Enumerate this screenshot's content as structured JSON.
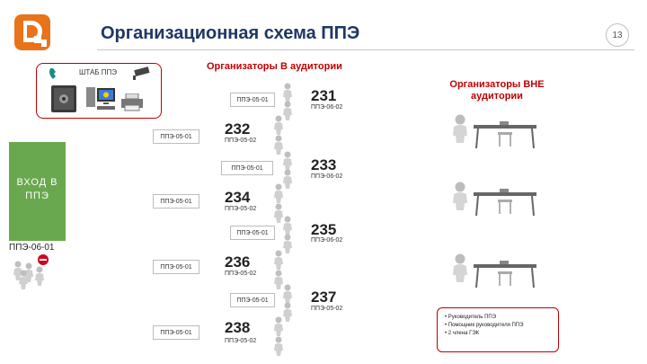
{
  "header": {
    "title": "Организационная схема ППЭ",
    "page_number": "13"
  },
  "colors": {
    "accent": "#c00000",
    "title": "#1f3864",
    "entrance": "#6aa84f",
    "logo": "#e8731a"
  },
  "icons": [
    "logo-icon",
    "telephone-icon",
    "safe-icon",
    "computer-icon",
    "printer-icon",
    "camera-icon",
    "person-icon",
    "no-entry-icon",
    "desk-icon"
  ],
  "headquarters": {
    "label": "ШТАБ ППЭ"
  },
  "organizers_inside": "Организаторы В аудитории",
  "organizers_outside": "Организаторы ВНЕ аудитории",
  "entrance": {
    "label": "ВХОД В ППЭ",
    "name": "ППЭ-06-01"
  },
  "rooms": [
    {
      "number": "231",
      "code": "ППЭ-06-02",
      "corridor": "ППЭ-05-01"
    },
    {
      "number": "232",
      "code": "ППЭ-05-02",
      "corridor": "ППЭ-05-01"
    },
    {
      "number": "233",
      "code": "ППЭ-06-02",
      "corridor": "ППЭ-05-01"
    },
    {
      "number": "234",
      "code": "ППЭ-05-02",
      "corridor": "ППЭ-05-01"
    },
    {
      "number": "235",
      "code": "ППЭ-06-02",
      "corridor": "ППЭ-05-01"
    },
    {
      "number": "236",
      "code": "ППЭ-05-02",
      "corridor": "ППЭ-05-01"
    },
    {
      "number": "237",
      "code": "ППЭ-05-02",
      "corridor": "ППЭ-05-01"
    },
    {
      "number": "238",
      "code": "ППЭ-05-02",
      "corridor": "ППЭ-05-01"
    }
  ],
  "legend": [
    "Руководитель ППЭ",
    "Помощник руководителя ППЭ",
    "2 члена ГЭК"
  ]
}
